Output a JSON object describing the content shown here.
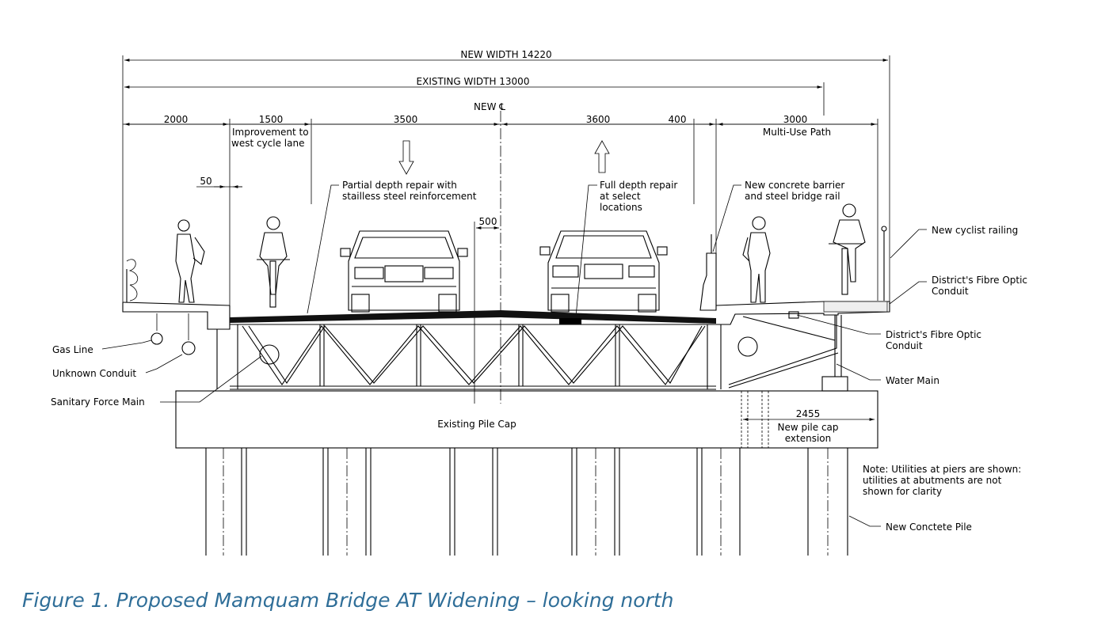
{
  "dimensions": {
    "new_width": "NEW WIDTH 14220",
    "existing_width": "EXISTING WIDTH 13000",
    "new_centerline": "NEW ℄",
    "seg_2000": "2000",
    "seg_1500": "1500",
    "seg_3500": "3500",
    "seg_3600": "3600",
    "seg_400": "400",
    "seg_3000": "3000",
    "gap_50": "50",
    "offset_500": "500",
    "pile_cap_ext": "2455"
  },
  "labels": {
    "west_cycle_1": "Improvement to",
    "west_cycle_2": "west cycle lane",
    "multi_use": "Multi-Use Path",
    "partial_1": "Partial depth repair with",
    "partial_2": "stailless steel reinforcement",
    "full_1": "Full depth repair",
    "full_2": "at select",
    "full_3": "locations",
    "barrier_1": "New concrete barrier",
    "barrier_2": "and steel bridge rail",
    "railing": "New cyclist railing",
    "fibre_top_1": "District's Fibre Optic",
    "fibre_top_2": "Conduit",
    "fibre_low_1": "District's Fibre Optic",
    "fibre_low_2": "Conduit",
    "water": "Water Main",
    "gas": "Gas Line",
    "unknown": "Unknown Conduit",
    "sanitary": "Sanitary Force Main",
    "pile_cap": "Existing Pile Cap",
    "ext_1": "New pile cap",
    "ext_2": "extension",
    "note_1": "Note: Utilities at piers are shown:",
    "note_2": "utilities at abutments are not",
    "note_3": "shown for clarity",
    "new_pile": "New Conctete Pile"
  },
  "caption": "Figure 1. Proposed Mamquam Bridge AT Widening – looking north"
}
